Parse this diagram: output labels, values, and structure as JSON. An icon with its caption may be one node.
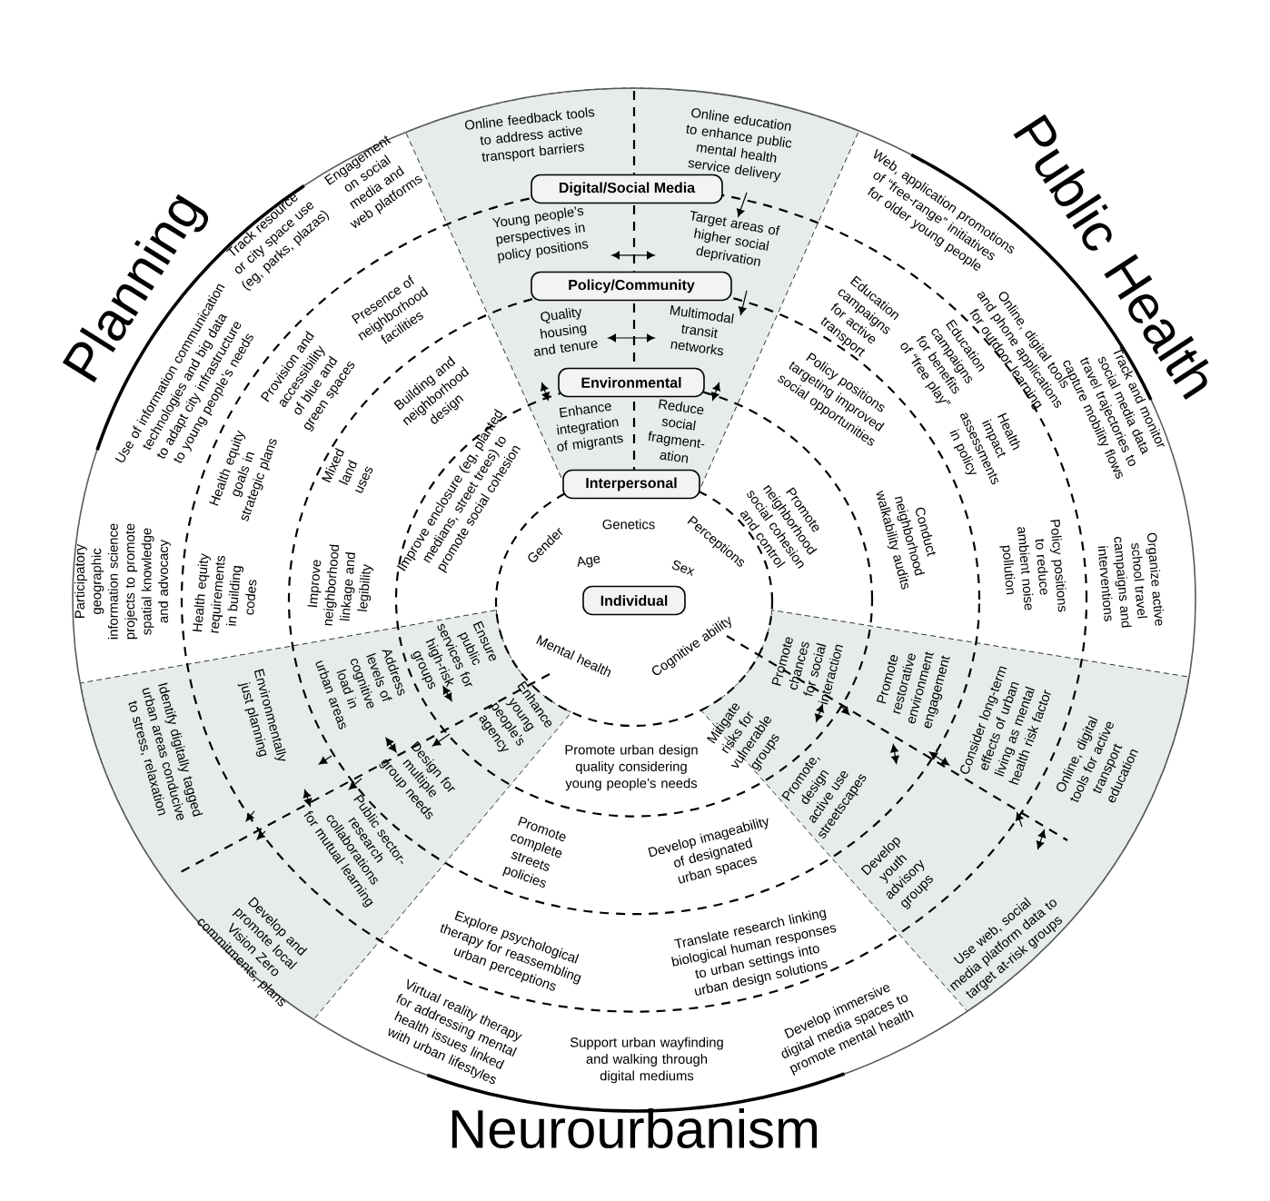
{
  "diagram": {
    "nodes": [
      {
        "text": [
          "Digital/Social Media"
        ]
      },
      {
        "text": [
          "Policy/Community"
        ]
      },
      {
        "text": [
          "Environmental"
        ]
      },
      {
        "text": [
          "Interpersonal"
        ]
      },
      {
        "text": [
          "Individual"
        ]
      }
    ],
    "labels": [
      "Planning",
      "Public Health",
      "Online feedback tools to address active transport barriers",
      "Online education to enhance public mental health service delivery",
      "Young people’s perspectives in policy positions",
      "Target areas of higher social deprivation",
      "Quality housing and tenure",
      "Multimodal transit networks",
      "Enhance integration of migrants",
      "Reduce social fragment-ation",
      "Genetics",
      "Gender",
      "Perceptions",
      "Age",
      "Sex",
      "Mental health",
      "Cognitive ability",
      "Engagement on social media and web platforms",
      "Track resource or city space use (eg, parks, plazas)",
      "Use of information communication technologies and big data to adapt city infrastructure to young people’s needs",
      "Participatory geographic information science projects to promote spatial knowledge and advocacy",
      "Presence of neighborhood facilities",
      "Provision and accessibility of blue and green spaces",
      "Health equity goals in strategic plans",
      "Health equity requirements in building codes",
      "Building and neighborhood design",
      "Mixed land uses",
      "Improve neighborhood linkage and legibility",
      "Improve enclosure (eg, planted medians, street trees) to promote social cohesion",
      "Web, application promotions of “free-range” initiatives for older young people",
      "Online, digital tools and phone applications for outdoor learning",
      "Track and monitor social media data travel trajectories to capture mobility flows",
      "Organize active school travel campaigns and interventions",
      "Education campaigns for active transport",
      "Education campaigns for benefits of “free play”",
      "Health impact assessments in policy",
      "Policy positions to reduce ambient noise pollution",
      "Policy positions targeting improved social opportunities",
      "Conduct neighborhood walkability audits",
      "Promote neighborhood social cohesion and control",
      "Ensure public services for high-risk groups",
      "Enhance young people’s agency",
      "Address levels of cognitive load in urban areas",
      "Design for multiple group needs",
      "Environmentally just planning",
      "Public sector-research collaborations for mutual learning",
      "Identify digitally tagged urban areas conducive to stress, relaxation",
      "Develop and promote local Vision Zero commitments, plans",
      "Promote urban design quality considering young people’s needs",
      "Promote complete streets policies",
      "Develop imageability of designated urban spaces",
      "Explore psychological therapy for reassembling urban perceptions",
      "Translate research linking biological human responses to urban settings into urban design solutions",
      "Virtual reality therapy for addressing mental health issues linked with urban lifestyles",
      "Support urban wayfinding and walking through digital mediums",
      "Develop immersive digital media spaces to promote mental health",
      "Promote chances for social interaction",
      "Mitigate risks for vulnerable groups",
      "Promote restorative environment engagement",
      "Promote, design active use streetscapes",
      "Consider long-term effects of urban living as mental health risk factor",
      "Develop youth advisory groups",
      "Online, digital tools for active transport education",
      "Use web, social media platform data to target at-risk groups",
      "Neurourbanism"
    ]
  }
}
